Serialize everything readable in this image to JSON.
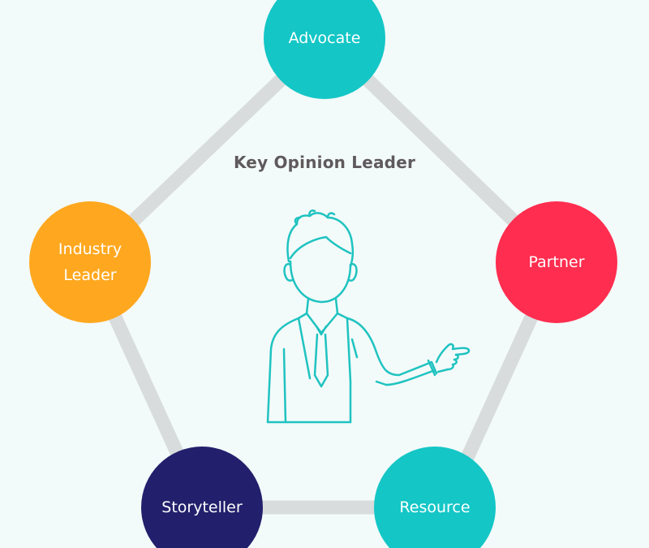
{
  "title": "Key Opinion Leader",
  "nodes": {
    "advocate": {
      "label": "Advocate",
      "color": "#14c6c6"
    },
    "partner": {
      "label": "Partner",
      "color": "#ff2d4f"
    },
    "industry_leader": {
      "label": "Industry Leader",
      "color": "#ffa81f"
    },
    "storyteller": {
      "label": "Storyteller",
      "color": "#22206c"
    },
    "resource": {
      "label": "Resource",
      "color": "#14c6c6"
    }
  },
  "colors": {
    "background": "#f3fafa",
    "connector": "#d8dcdc",
    "figure_stroke": "#1fc3c0",
    "title_text": "#5f5a5c"
  },
  "icons": {
    "figure": "businessman-pointing-icon"
  }
}
